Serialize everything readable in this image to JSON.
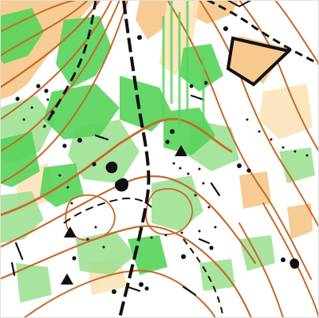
{
  "map": {
    "kind": "orienteering-map",
    "has_text_labels": false,
    "colors": {
      "paper": "#ffffff",
      "open_land": "#f7c98f",
      "rough_open": "#fbe3b8",
      "forest_slow_run": "#9be08f",
      "forest_walk": "#57d35a",
      "contour": "#c46a2a",
      "black_features": "#111111",
      "path": "#111111"
    },
    "features": {
      "track": "main-track-line",
      "fenced_area": "enclosure-rectangle",
      "boulders": "boulder-dots",
      "knolls": "knoll-marks",
      "cliffs": "cliff-marks"
    }
  }
}
